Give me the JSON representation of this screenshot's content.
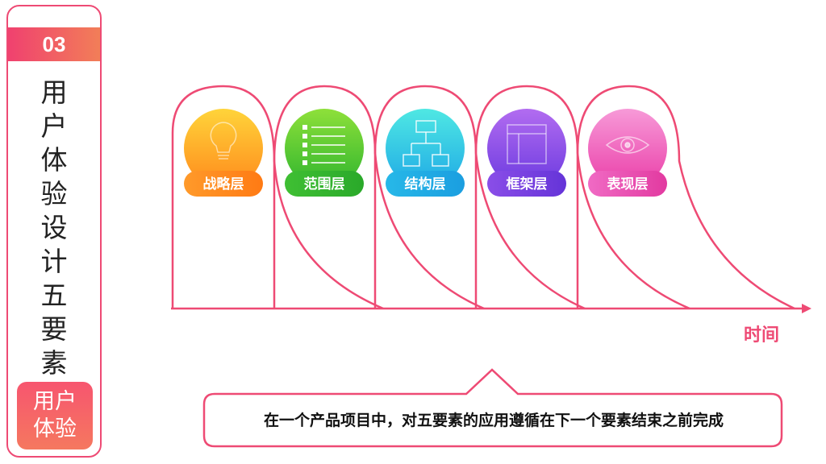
{
  "section": {
    "number": "03",
    "title_chars": [
      "用",
      "户",
      "体",
      "验",
      "设",
      "计",
      "五",
      "要",
      "素"
    ],
    "tag_line1": "用户",
    "tag_line2": "体验"
  },
  "layers": [
    {
      "label": "战略层",
      "icon": "lightbulb-icon",
      "color_top": "#ffd43a",
      "color_bottom": "#ff8a1c"
    },
    {
      "label": "范围层",
      "icon": "checklist-icon",
      "color_top": "#8ee03a",
      "color_bottom": "#2fb52e"
    },
    {
      "label": "结构层",
      "icon": "sitemap-icon",
      "color_top": "#4fe8e3",
      "color_bottom": "#1fa9e6"
    },
    {
      "label": "框架层",
      "icon": "wireframe-icon",
      "color_top": "#b26cf0",
      "color_bottom": "#6b3ae0"
    },
    {
      "label": "表现层",
      "icon": "eye-icon",
      "color_top": "#f79ad8",
      "color_bottom": "#ea3ea8"
    }
  ],
  "axis_label": "时间",
  "callout": "在一个产品项目中，对五要素的应用遵循在下一个要素结束之前完成",
  "colors": {
    "accent": "#ee4a74"
  }
}
